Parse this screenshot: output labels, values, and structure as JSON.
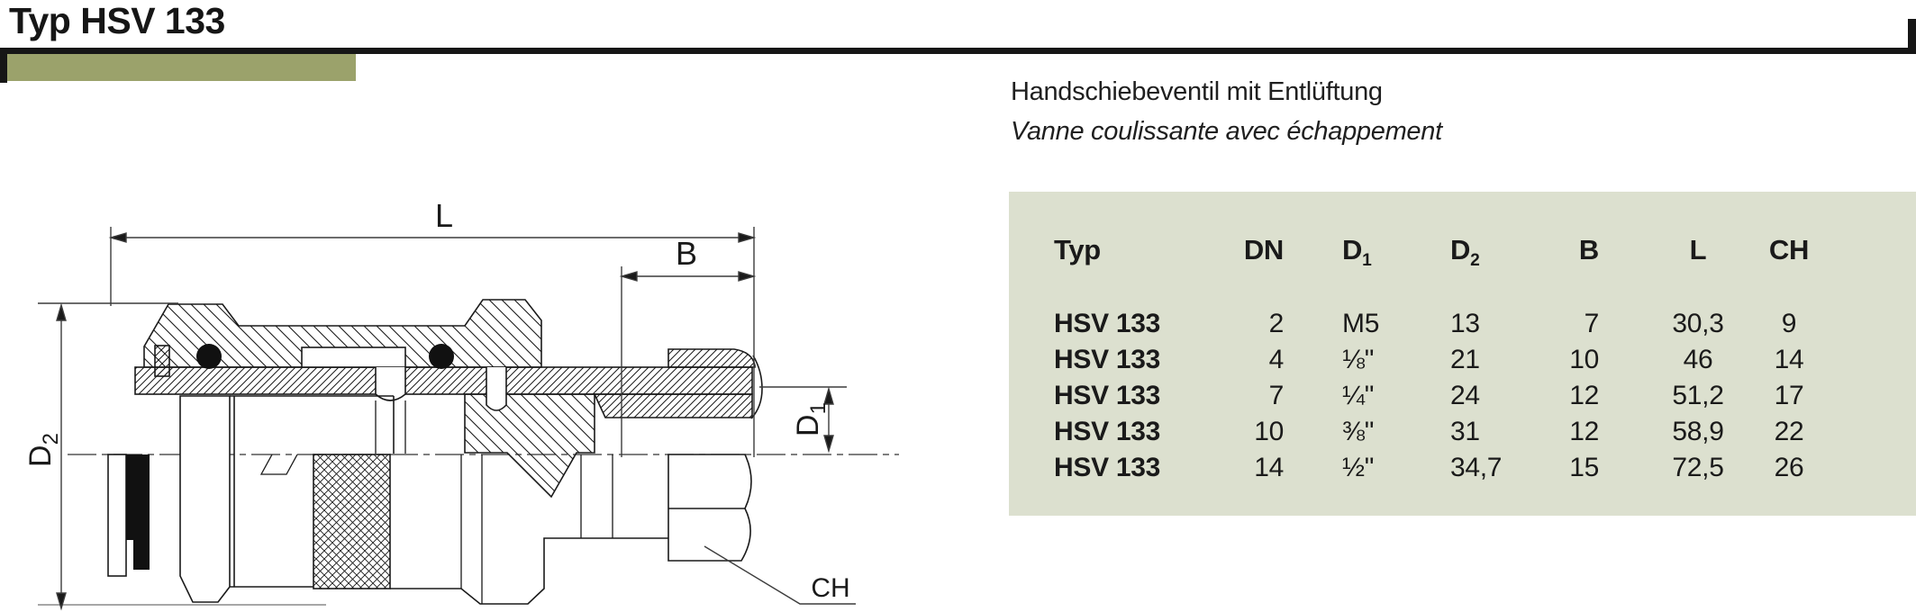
{
  "page": {
    "title": "Typ HSV 133",
    "accent_color": "#9ba26b",
    "panel_color": "#dce0cf"
  },
  "subtitle": {
    "de": "Handschiebeventil mit Entlüftung",
    "fr": "Vanne coulissante avec échappement"
  },
  "drawing": {
    "labels": {
      "length": "L",
      "width_b": "B",
      "d1": {
        "base": "D",
        "sub": "1"
      },
      "d2": {
        "base": "D",
        "sub": "2"
      },
      "ch": "CH"
    }
  },
  "table": {
    "headers": [
      {
        "label": "Typ"
      },
      {
        "label": "DN"
      },
      {
        "label": "D",
        "sub": "1"
      },
      {
        "label": "D",
        "sub": "2"
      },
      {
        "label": "B"
      },
      {
        "label": "L"
      },
      {
        "label": "CH"
      }
    ],
    "rows": [
      [
        "HSV 133",
        "2",
        "M5",
        "13",
        "7",
        "30,3",
        "9"
      ],
      [
        "HSV 133",
        "4",
        "⅛\"",
        "21",
        "10",
        "46",
        "14"
      ],
      [
        "HSV 133",
        "7",
        "¼\"",
        "24",
        "12",
        "51,2",
        "17"
      ],
      [
        "HSV 133",
        "10",
        "⅜\"",
        "31",
        "12",
        "58,9",
        "22"
      ],
      [
        "HSV 133",
        "14",
        "½\"",
        "34,7",
        "15",
        "72,5",
        "26"
      ]
    ]
  }
}
